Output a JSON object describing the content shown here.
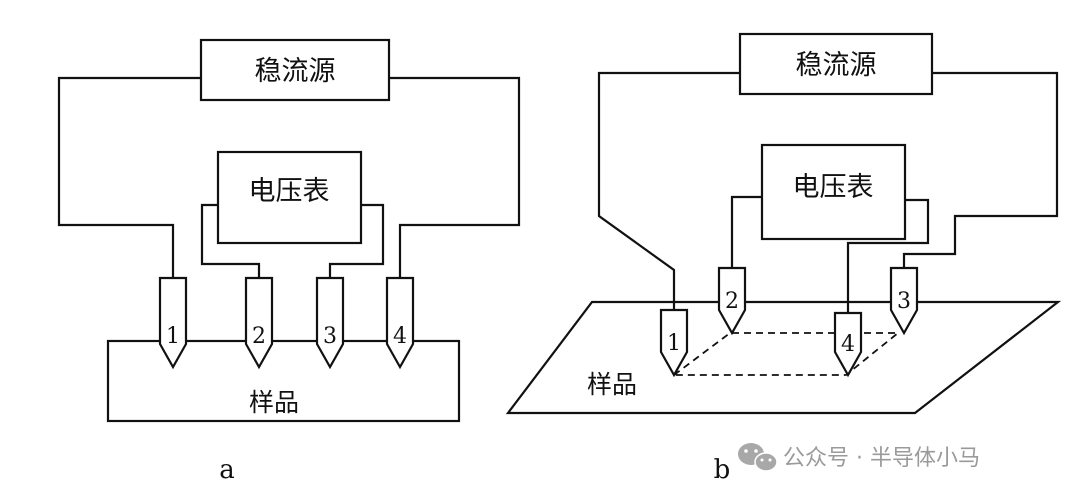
{
  "diagram_a": {
    "source_label": "稳流源",
    "meter_label": "电压表",
    "sample_label": "样品",
    "probe_labels": [
      "1",
      "2",
      "3",
      "4"
    ],
    "caption": "a"
  },
  "diagram_b": {
    "source_label": "稳流源",
    "meter_label": "电压表",
    "sample_label": "样品",
    "probe_labels": [
      "1",
      "2",
      "3",
      "4"
    ],
    "caption": "b"
  },
  "watermark": {
    "text": "公众号 · 半导体小马",
    "icon": "wechat-icon"
  }
}
